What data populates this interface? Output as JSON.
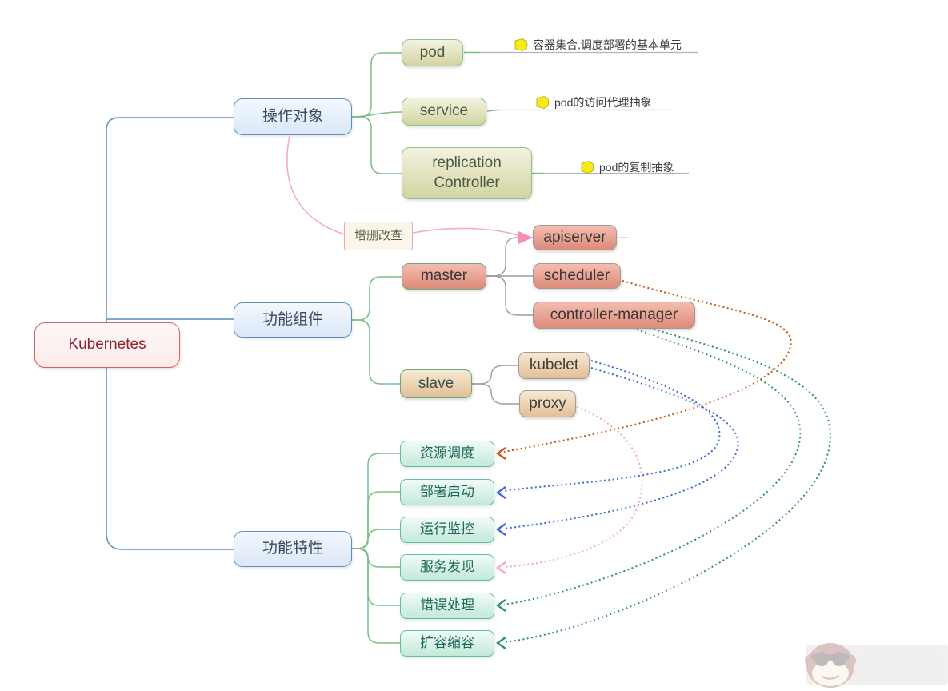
{
  "title": "Kubernetes mind map",
  "nodes": {
    "kubernetes": {
      "label": "Kubernetes"
    },
    "operation_objects": {
      "label": "操作对象"
    },
    "pod": {
      "label": "pod",
      "note": "容器集合,调度部署的基本单元"
    },
    "service": {
      "label": "service",
      "note": "pod的访问代理抽象"
    },
    "replication_controller": {
      "label": "replication Controller",
      "note": "pod的复制抽象"
    },
    "crud": {
      "label": "增删改查"
    },
    "components": {
      "label": "功能组件"
    },
    "master": {
      "label": "master"
    },
    "apiserver": {
      "label": "apiserver"
    },
    "scheduler": {
      "label": "scheduler"
    },
    "controller_manager": {
      "label": "controller-manager"
    },
    "slave": {
      "label": "slave"
    },
    "kubelet": {
      "label": "kubelet"
    },
    "proxy": {
      "label": "proxy"
    },
    "features": {
      "label": "功能特性"
    },
    "resource_scheduling": {
      "label": "资源调度"
    },
    "deploy_start": {
      "label": "部署启动"
    },
    "run_monitoring": {
      "label": "运行监控"
    },
    "service_discovery": {
      "label": "服务发现"
    },
    "error_handling": {
      "label": "错误处理"
    },
    "scaling": {
      "label": "扩容缩容"
    }
  },
  "structure": {
    "root": "kubernetes",
    "branches": [
      {
        "parent": "operation_objects",
        "children": [
          "pod",
          "service",
          "replication_controller"
        ]
      },
      {
        "parent": "components",
        "children": [
          "master",
          "slave"
        ]
      },
      {
        "parent": "master",
        "children": [
          "apiserver",
          "scheduler",
          "controller_manager"
        ]
      },
      {
        "parent": "slave",
        "children": [
          "kubelet",
          "proxy"
        ]
      },
      {
        "parent": "features",
        "children": [
          "resource_scheduling",
          "deploy_start",
          "run_monitoring",
          "service_discovery",
          "error_handling",
          "scaling"
        ]
      }
    ],
    "callout": {
      "from": "operation_objects",
      "label": "增删改查",
      "arrow_to": "apiserver"
    }
  },
  "relations": [
    {
      "from": "scheduler",
      "to": "resource_scheduling",
      "style": "dotted",
      "color": "#c75317"
    },
    {
      "from": "kubelet",
      "to": "deploy_start",
      "style": "dotted",
      "color": "#3b68d9"
    },
    {
      "from": "kubelet",
      "to": "run_monitoring",
      "style": "dotted",
      "color": "#3b68d9"
    },
    {
      "from": "proxy",
      "to": "service_discovery",
      "style": "dotted",
      "color": "#f4a5ca"
    },
    {
      "from": "controller_manager",
      "to": "error_handling",
      "style": "dotted",
      "color": "#2f9260"
    },
    {
      "from": "controller_manager",
      "to": "scaling",
      "style": "dotted",
      "color": "#2f9260"
    }
  ],
  "colors": {
    "root_border": "#dd5f5f",
    "blue_branch_line": "#6f9bcb",
    "green_branch_line": "#7cbd85",
    "gray_branch_line": "#9e9e9e",
    "callout_line": "#f6a8cc",
    "note_icon_fill": "#f4ec12",
    "relation_orange": "#c75317",
    "relation_blue": "#3b68d9",
    "relation_green": "#2f9260",
    "relation_pink": "#f4a5ca"
  },
  "watermark": {
    "icon": "monkey-logo"
  }
}
